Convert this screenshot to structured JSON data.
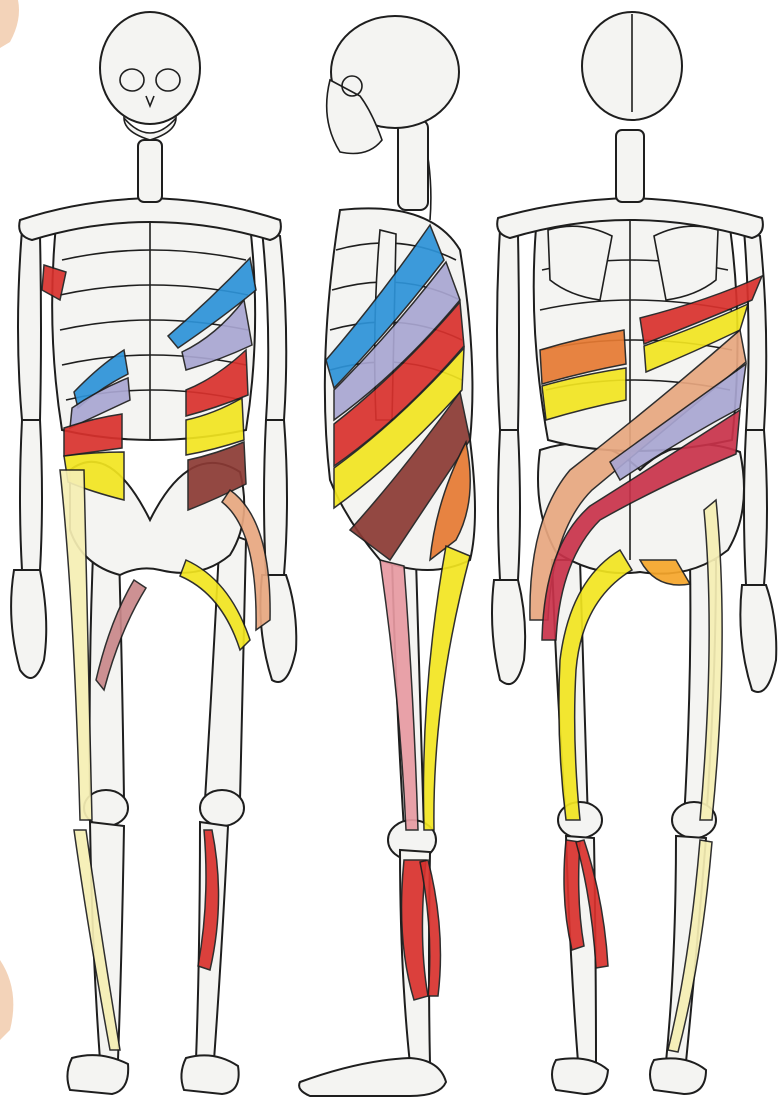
{
  "image": {
    "views": [
      "front",
      "side",
      "back"
    ]
  },
  "colors": {
    "background": "#ffffff",
    "bone_fill": "#f4f4f2",
    "bone_stroke": "#1e1e1e",
    "blue": "#2d93d8",
    "lavender": "#a9a6d2",
    "red": "#d9312d",
    "crimson": "#c9324a",
    "yellow": "#f2e520",
    "pale_yellow": "#f6efb4",
    "orange": "#e67a32",
    "peach": "#e8a780",
    "pink": "#e89aa2",
    "brown": "#8b3a34"
  }
}
